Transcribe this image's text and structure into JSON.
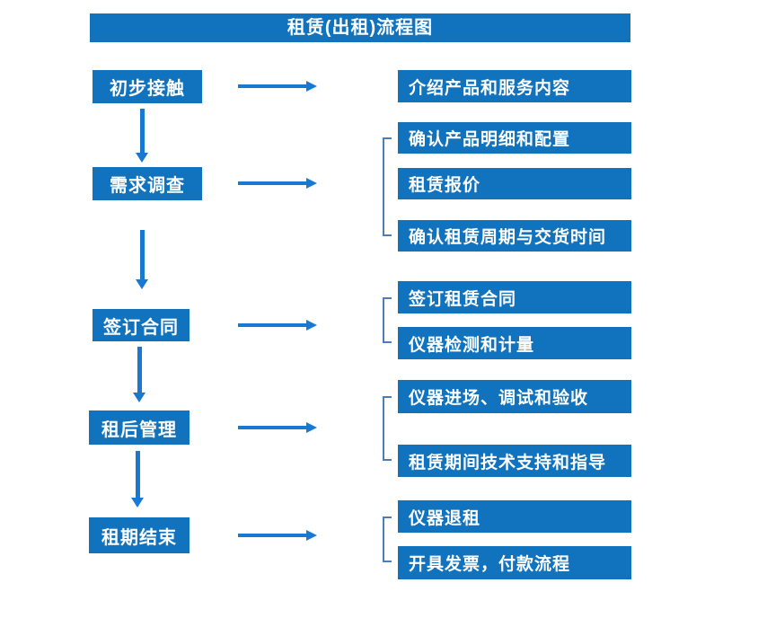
{
  "page": {
    "title": "租赁(出租)流程图"
  },
  "colors": {
    "box_blue": "#1173be",
    "arrow_blue": "#1878d2",
    "bracket_blue": "#4f7cba",
    "text_white": "#ffffff"
  },
  "flow": {
    "steps": [
      {
        "label": "初步接触",
        "outputs": [
          "介绍产品和服务内容"
        ]
      },
      {
        "label": "需求调查",
        "outputs": [
          "确认产品明细和配置",
          "租赁报价",
          "确认租赁周期与交货时间"
        ]
      },
      {
        "label": "签订合同",
        "outputs": [
          "签订租赁合同",
          "仪器检测和计量"
        ]
      },
      {
        "label": "租后管理",
        "outputs": [
          "仪器进场、调试和验收",
          "租赁期间技术支持和指导"
        ]
      },
      {
        "label": "租期结束",
        "outputs": [
          "仪器退租",
          "开具发票，付款流程"
        ]
      }
    ]
  }
}
